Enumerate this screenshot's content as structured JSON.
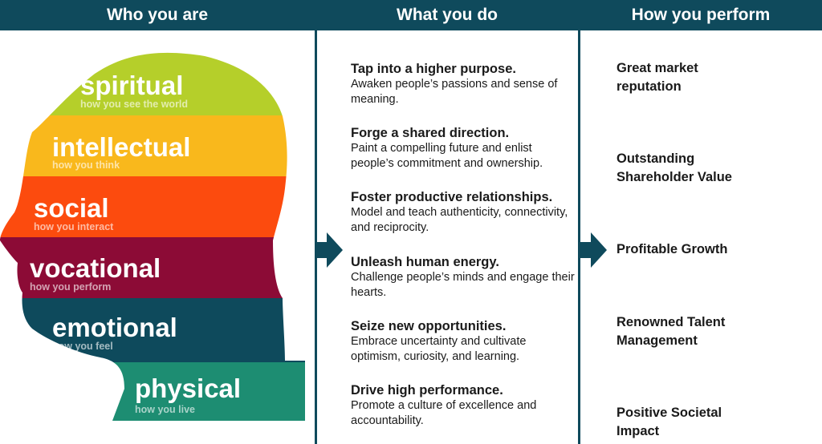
{
  "columns": {
    "who": "Who you are",
    "what": "What you do",
    "how": "How you perform"
  },
  "layers": [
    {
      "name": "spiritual",
      "sub": "how you see the world",
      "color": "#b5cf2a"
    },
    {
      "name": "intellectual",
      "sub": "how you think",
      "color": "#f9b81c"
    },
    {
      "name": "social",
      "sub": "how you interact",
      "color": "#fc4b0e"
    },
    {
      "name": "vocational",
      "sub": "how you perform",
      "color": "#8c0b36"
    },
    {
      "name": "emotional",
      "sub": "how you feel",
      "color": "#0e4a5c"
    },
    {
      "name": "physical",
      "sub": "how you live",
      "color": "#1d8d72"
    }
  ],
  "actions": [
    {
      "title": "Tap into a higher purpose.",
      "desc": "Awaken people’s passions and sense of meaning."
    },
    {
      "title": "Forge a shared direction.",
      "desc": "Paint a compelling future and enlist people’s commitment and ownership."
    },
    {
      "title": "Foster productive relationships.",
      "desc": "Model and teach authenticity, connectivity, and reciprocity."
    },
    {
      "title": "Unleash human energy.",
      "desc": "Challenge people’s minds and engage their hearts."
    },
    {
      "title": "Seize new opportunities.",
      "desc": "Embrace uncertainty and cultivate optimism, curiosity, and learning."
    },
    {
      "title": "Drive high performance.",
      "desc": "Promote a culture of excellence and accountability."
    }
  ],
  "outcomes": [
    "Great market reputation",
    "Outstanding Shareholder Value",
    "Profitable Growth",
    "Renowned Talent Management",
    "Positive Societal Impact"
  ],
  "colors": {
    "header": "#0f4a5c",
    "arrow": "#0f4a5c",
    "divider": "#0f4a5c"
  }
}
